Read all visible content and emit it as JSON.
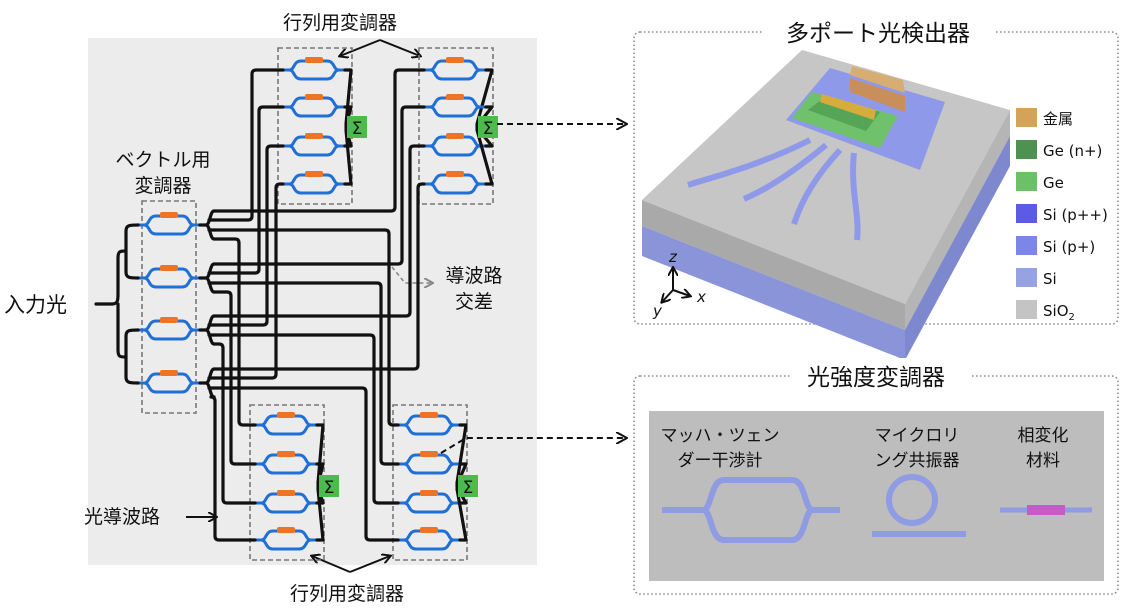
{
  "left_diagram": {
    "labels": {
      "matrix_modulator_top": "行列用変調器",
      "matrix_modulator_bottom": "行列用変調器",
      "vector_modulator_line1": "ベクトル用",
      "vector_modulator_line2": "変調器",
      "input_light": "入力光",
      "waveguide_crossing_line1": "導波路",
      "waveguide_crossing_line2": "交差",
      "optical_waveguide": "光導波路",
      "sum_symbol": "Σ"
    },
    "vector_modulator_count": 4,
    "matrix_banks": 4,
    "modulators_per_bank": 4,
    "colors": {
      "panel": "#ececec",
      "waveguide": "#111111",
      "mzi": "#1f6fd6",
      "heater": "#ee7324",
      "sum_box": "#4cbb4c"
    }
  },
  "photodetector_panel": {
    "title": "多ポート光検出器",
    "axes": {
      "z": "z",
      "y": "y",
      "x": "x"
    },
    "legend": [
      {
        "label": "金属",
        "color": "#d3a35a"
      },
      {
        "label": "Ge (n+)",
        "color": "#4f9150"
      },
      {
        "label": "Ge",
        "color": "#6dc06a"
      },
      {
        "label": "Si (p++)",
        "color": "#5b5be6"
      },
      {
        "label": "Si (p+)",
        "color": "#7b86e8"
      },
      {
        "label": "Si",
        "color": "#97a3e0"
      },
      {
        "label": "SiO",
        "sub": "2",
        "color": "#c4c4c4"
      }
    ]
  },
  "intensity_modulator_panel": {
    "title": "光強度変調器",
    "items": [
      {
        "line1": "マッハ・ツェン",
        "line2": "ダー干渉計"
      },
      {
        "line1": "マイクロリ",
        "line2": "ング共振器"
      },
      {
        "line1": "相変化",
        "line2": "材料"
      }
    ],
    "colors": {
      "background": "#bdbdbd",
      "waveguide": "#8f9be3",
      "pcm": "#c45cc8"
    }
  }
}
